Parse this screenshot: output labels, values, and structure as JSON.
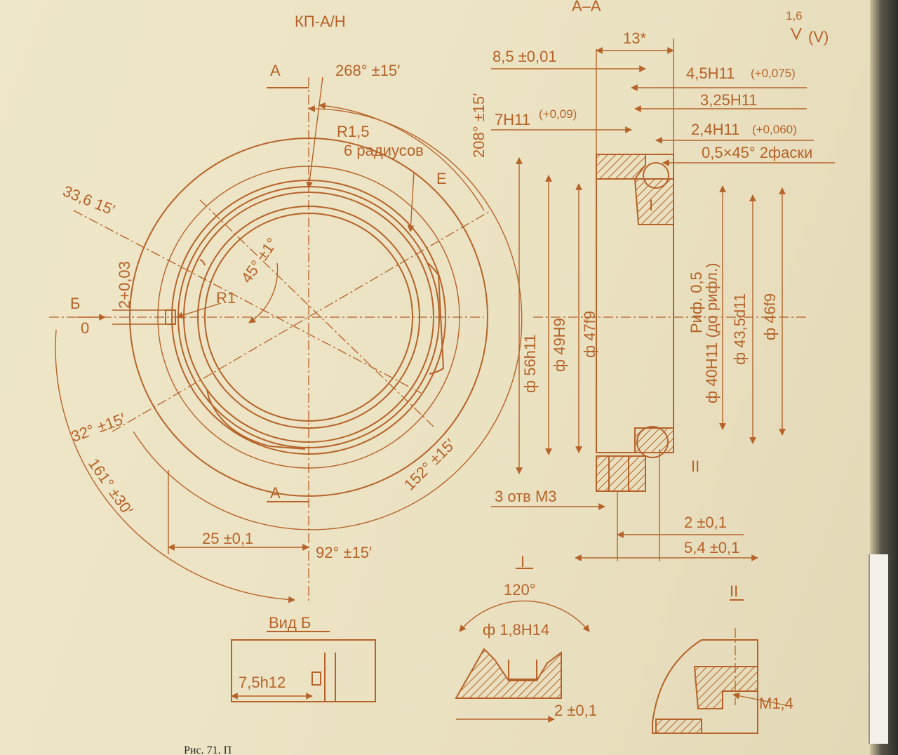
{
  "title": "КП-А/Н",
  "section_title": "А–А",
  "roughness": {
    "value": "1,6",
    "suffix": "(V)"
  },
  "front_view": {
    "section_mark_a": "А",
    "view_mark_b": "Б",
    "zero_mark": "0",
    "angle_268": "268° ±15′",
    "angle_208": "208° ±15′",
    "angle_33_6": "33,6 15′",
    "angle_45": "45° ±1°",
    "angle_32": "32° ±15′",
    "angle_161": "161° ±30′",
    "angle_152": "152° ±15′",
    "angle_92": "92° ±15′",
    "radius_r1_5": "R1,5",
    "radius_count": "6 радиусов",
    "radius_r1": "R1",
    "label_e": "Е",
    "dim_2": "2+0,03",
    "dim_25": "25 ±0,1"
  },
  "section_view": {
    "dim_13": "13*",
    "dim_8_5": "8,5 ±0,01",
    "dim_4_5": "4,5H11",
    "dim_4_5_tol": "(+0,075)",
    "dim_3_25": "3,25H11",
    "dim_7": "7H11",
    "dim_7_tol": "(+0,09)",
    "dim_2_4": "2,4H11",
    "dim_2_4_tol": "(+0,060)",
    "chamfer": "0,5×45° 2фаски",
    "detail_1": "I",
    "detail_2": "II",
    "d56": "ф 56h11",
    "d49": "ф 49H9",
    "d47": "ф 47f9",
    "rif": "Риф. 0,5",
    "d40": "ф 40H11 (до рифл.)",
    "d43_5": "ф 43,5d11",
    "d46": "ф 46f9",
    "holes": "3 отв М3",
    "dim_2_01": "2 ±0,1",
    "dim_5_4": "5,4 ±0,1"
  },
  "view_b": {
    "title": "Вид Б",
    "dim": "7,5h12"
  },
  "detail_1": {
    "title": "I",
    "angle": "120°",
    "dim_d": "ф 1,8H14",
    "dim_2": "2 ±0,1"
  },
  "detail_2": {
    "title": "II",
    "thread": "M1,4"
  },
  "caption": "Рис. 71. П",
  "colors": {
    "ink": "#b5632a",
    "paper": "#ede4c4"
  }
}
